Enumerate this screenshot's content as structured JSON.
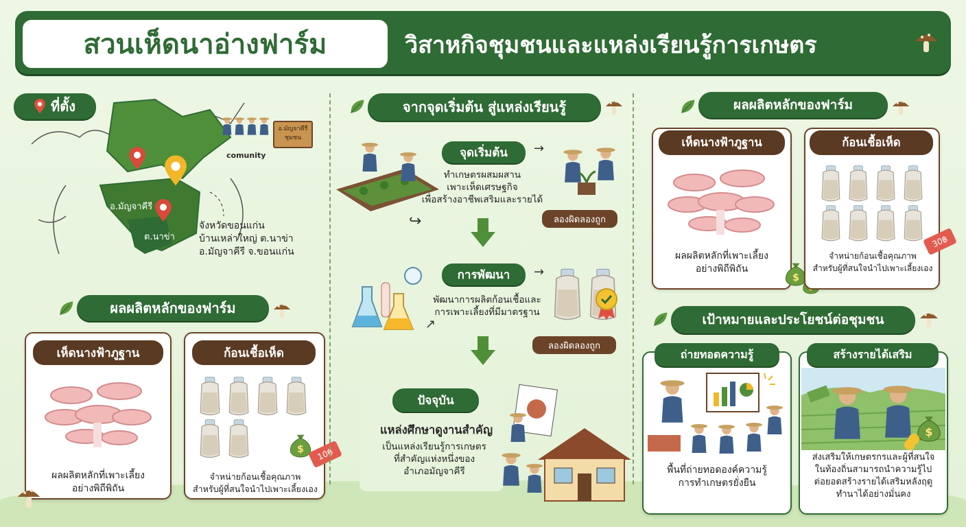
{
  "header": {
    "title": "สวนเห็ดนาอ่างฟาร์ม",
    "subtitle": "วิสาหกิจชุมชนและแหล่งเรียนรู้การเกษตร"
  },
  "location": {
    "heading": "ที่ตั้ง",
    "map_labels": [
      "อ.มัญจาคีรี",
      "ต.นาข่า"
    ],
    "community_label": "comunity",
    "signboard": "อ.มัญจาคีรี\nชุมชน",
    "address_lines": [
      "จังหวัดขอนแก่น",
      "บ้านเหล่าใหญ่ ต.นาข่า",
      "อ.มัญจาคีรี จ.ขอนแก่น"
    ]
  },
  "products_left": {
    "heading": "ผลผลิตหลักของฟาร์ม",
    "items": [
      {
        "title": "เห็ดนางฟ้าภูฐาน",
        "desc_lines": [
          "ผลผลิตหลักที่เพาะเลี้ยง",
          "อย่างพิถีพิถัน"
        ]
      },
      {
        "title": "ก้อนเชื้อเห็ด",
        "desc_lines": [
          "จำหน่ายก้อนเชื้อคุณภาพ",
          "สำหรับผู้ที่สนใจนำไปเพาะเลี้ยงเอง"
        ],
        "tag": "10฿"
      }
    ]
  },
  "journey": {
    "heading": "จากจุดเริ่มต้น สู่แหล่งเรียนรู้",
    "steps": [
      {
        "title": "จุดเริ่มต้น",
        "desc_lines": [
          "ทำเกษตรผสมผสาน",
          "เพาะเห็ดเศรษฐกิจ",
          "เพื่อสร้างอาชีพเสริมและรายได้"
        ],
        "badge": "ลองผิดลองถูก"
      },
      {
        "title": "การพัฒนา",
        "desc_lines": [
          "พัฒนาการผลิตก้อนเชื้อและ",
          "การเพาะเลี้ยงที่มีมาตรฐาน"
        ],
        "badge": "ลองผิดลองถูก"
      },
      {
        "title": "ปัจจุบัน",
        "subtitle": "แหล่งศึกษาดูงานสำคัญ",
        "desc_lines": [
          "เป็นแหล่งเรียนรู้การเกษตร",
          "ที่สำคัญแห่งหนึ่งของ",
          "อำเภอมัญจาคีรี"
        ]
      }
    ]
  },
  "products_right": {
    "heading": "ผลผลิตหลักของฟาร์ม",
    "items": [
      {
        "title": "เห็ดนางฟ้าภูฐาน",
        "desc_lines": [
          "ผลผลิตหลักที่เพาะเลี้ยง",
          "อย่างพิถีพิถัน"
        ]
      },
      {
        "title": "ก้อนเชื้อเห็ด",
        "desc_lines": [
          "จำหน่ายก้อนเชื้อคุณภาพ",
          "สำหรับผู้ที่สนใจนำไปเพาะเลี้ยงเอง"
        ],
        "tag": "30฿"
      }
    ]
  },
  "goals": {
    "heading": "เป้าหมายและประโยชน์ต่อชุมชน",
    "items": [
      {
        "title": "ถ่ายทอดความรู้",
        "desc_lines": [
          "พื้นที่ถ่ายทอดองค์ความรู้",
          "การทำเกษตรยั่งยืน"
        ]
      },
      {
        "title": "สร้างรายได้เสริม",
        "desc_lines": [
          "ส่งเสริมให้เกษตรกรและผู้ที่สนใจ",
          "ในท้องถิ่นสามารถนำความรู้ไป",
          "ต่อยอดสร้างรายได้เสริมหลังฤดู",
          "ทำนาได้อย่างมั่นคง"
        ]
      }
    ]
  },
  "colors": {
    "primary": "#2f6b34",
    "brown": "#5a3a22",
    "bg": "#eef7e6"
  }
}
